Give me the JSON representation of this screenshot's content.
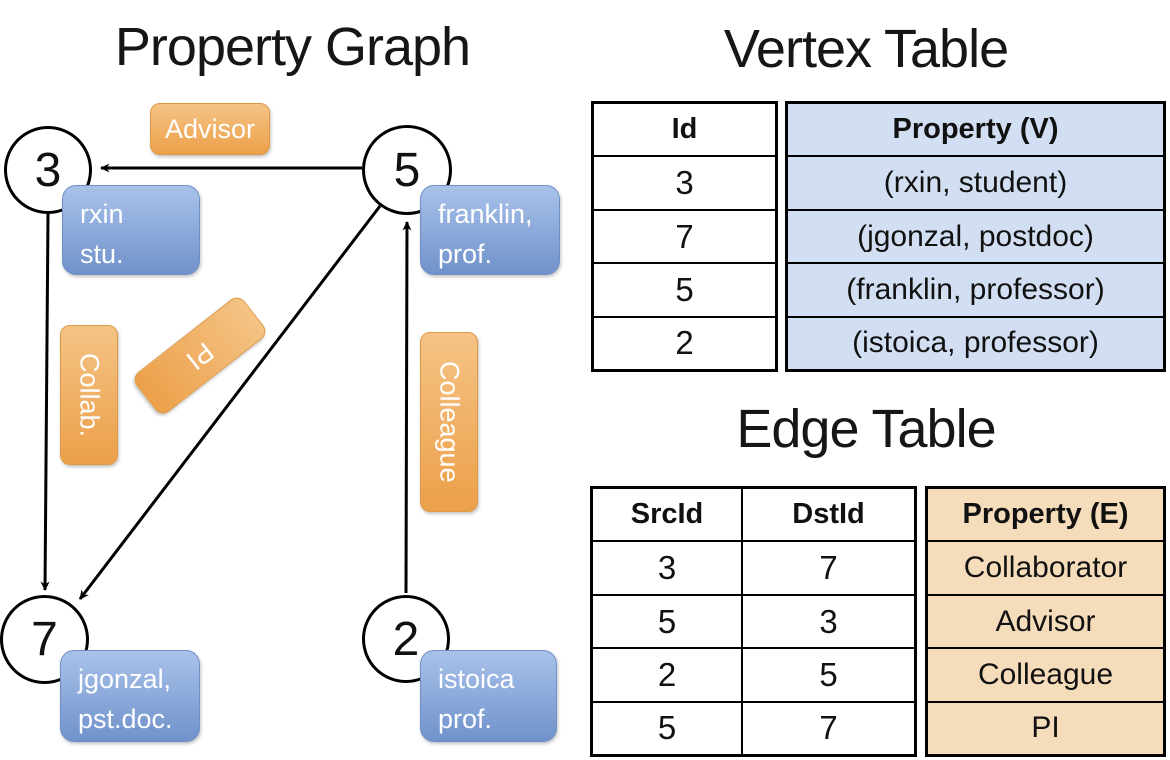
{
  "titles": {
    "property_graph": "Property Graph",
    "vertex_table": "Vertex Table",
    "edge_table": "Edge Table"
  },
  "graph": {
    "nodes": [
      {
        "id": "3",
        "line1": "rxin",
        "line2": "stu."
      },
      {
        "id": "5",
        "line1": "franklin,",
        "line2": "prof."
      },
      {
        "id": "7",
        "line1": "jgonzal,",
        "line2": "pst.doc."
      },
      {
        "id": "2",
        "line1": "istoica",
        "line2": "prof."
      }
    ],
    "edge_labels": {
      "advisor": "Advisor",
      "collab": "Collab.",
      "pi": "PI",
      "colleague": "Colleague"
    }
  },
  "vertex_table": {
    "columns": [
      "Id",
      "Property (V)"
    ],
    "rows": [
      [
        "3",
        "(rxin, student)"
      ],
      [
        "7",
        "(jgonzal, postdoc)"
      ],
      [
        "5",
        "(franklin, professor)"
      ],
      [
        "2",
        "(istoica, professor)"
      ]
    ]
  },
  "edge_table": {
    "columns": [
      "SrcId",
      "DstId",
      "Property (E)"
    ],
    "rows": [
      [
        "3",
        "7",
        "Collaborator"
      ],
      [
        "5",
        "3",
        "Advisor"
      ],
      [
        "2",
        "5",
        "Colleague"
      ],
      [
        "5",
        "7",
        "PI"
      ]
    ]
  },
  "colors": {
    "edge_label_fill": "#eca04a",
    "vertex_label_fill": "#7092cb",
    "vertex_property_cell": "#d2def1",
    "edge_property_cell": "#f5dcba",
    "line": "#000000"
  }
}
